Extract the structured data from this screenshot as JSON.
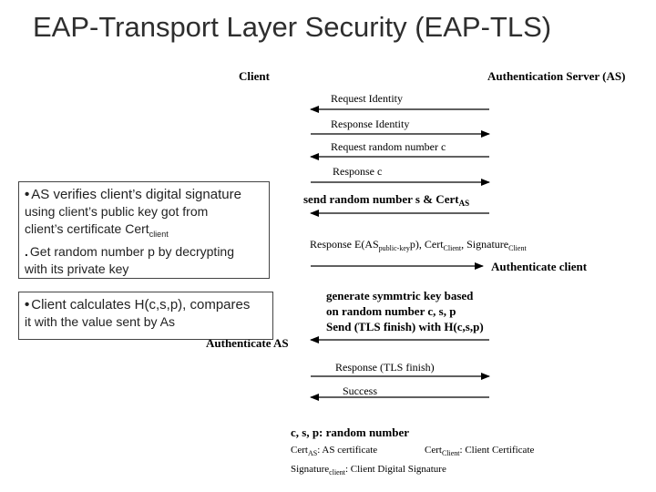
{
  "title": "EAP-Transport Layer Security (EAP-TLS)",
  "participants": {
    "client": "Client",
    "server": "Authentication Server (AS)"
  },
  "messages": [
    {
      "label": "Request Identity",
      "direction": "to-client"
    },
    {
      "label": "Response Identity",
      "direction": "to-server"
    },
    {
      "label": "Request random number c",
      "direction": "to-client"
    },
    {
      "label": "Response c",
      "direction": "to-server"
    },
    {
      "label": "send random number s & Cert",
      "sub": "AS",
      "direction": "to-client"
    },
    {
      "label": "Response E(AS",
      "sub": "public-key",
      "tail": "p), Cert",
      "sub2": "Client",
      "tail2": ", Signature",
      "sub3": "Client",
      "direction": "to-server"
    },
    {
      "label": "Response (TLS finish)",
      "direction": "to-server"
    },
    {
      "label": "Success",
      "direction": "to-client"
    }
  ],
  "server_action": "Authenticate client",
  "client_steps": [
    "generate symmtric key based",
    "on random number c, s, p",
    "Send (TLS finish) with H(c,s,p)"
  ],
  "client_action": "Authenticate AS",
  "notes": {
    "box1": {
      "line1": "AS verifies client’s digital signature",
      "line2": "using client’s public key got from",
      "line3": "client’s certificate Cert",
      "line3_sub": "client",
      "line4": "Get random number p by decrypting",
      "line5": "with its private key"
    },
    "box2": {
      "line1": "Client calculates H(c,s,p), compares",
      "line2": "it with the value sent by As"
    }
  },
  "legend": {
    "line1": "c, s, p: random number",
    "cert_as_prefix": "Cert",
    "cert_as_sub": "AS",
    "cert_as_text": ": AS certificate",
    "cert_client_prefix": "Cert",
    "cert_client_sub": "Client",
    "cert_client_text": ": Client Certificate",
    "sig_prefix": "Signature",
    "sig_sub": "client",
    "sig_text": ": Client Digital Signature"
  },
  "colors": {
    "text": "#000000",
    "title": "#2e2e2e",
    "box_border": "#444444"
  }
}
